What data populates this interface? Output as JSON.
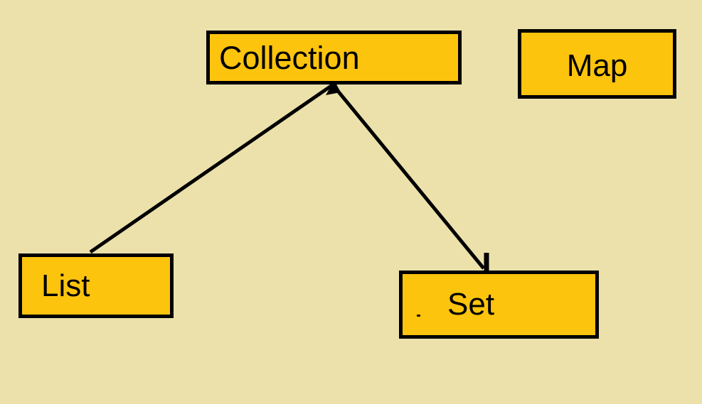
{
  "diagram": {
    "type": "class-hierarchy",
    "nodes": [
      {
        "id": "collection",
        "label": "Collection"
      },
      {
        "id": "map",
        "label": "Map"
      },
      {
        "id": "list",
        "label": "List"
      },
      {
        "id": "set",
        "label": "Set"
      }
    ],
    "edges": [
      {
        "from": "list",
        "to": "collection",
        "arrowhead_at": "collection"
      },
      {
        "from": "collection",
        "to": "set",
        "arrowhead_at": "set"
      }
    ],
    "colors": {
      "background": "#ece1ab",
      "node_fill": "#fdc40d",
      "node_border": "#000000",
      "line": "#000000",
      "text": "#000000"
    }
  }
}
